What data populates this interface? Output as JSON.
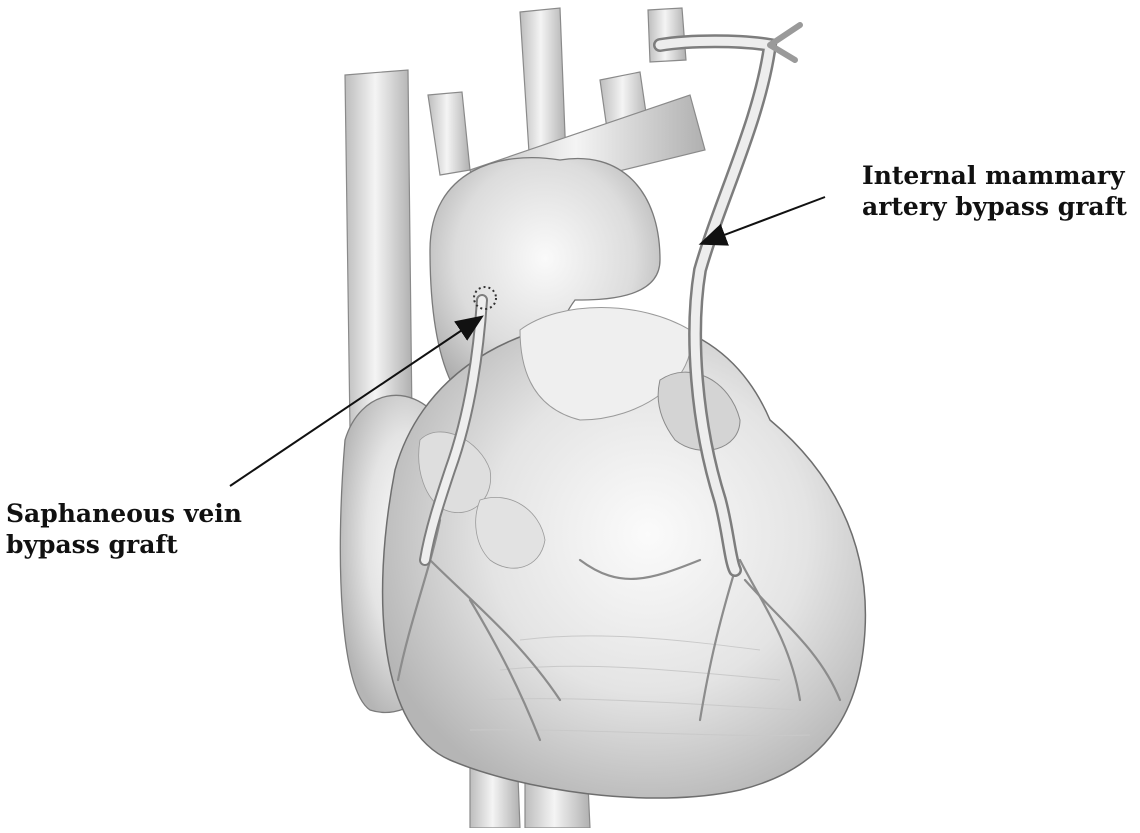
{
  "labels": {
    "internal_mammary": {
      "line1": "Internal mammary",
      "line2": "artery bypass graft"
    },
    "saphaneous": {
      "line1": "Saphaneous vein",
      "line2": "bypass graft"
    }
  },
  "colors": {
    "background": "#ffffff",
    "tissue_light": "#f2f2f2",
    "tissue_mid": "#d6d6d6",
    "tissue_dark": "#9a9a9a",
    "outline": "#6e6e6e",
    "text": "#111111"
  }
}
